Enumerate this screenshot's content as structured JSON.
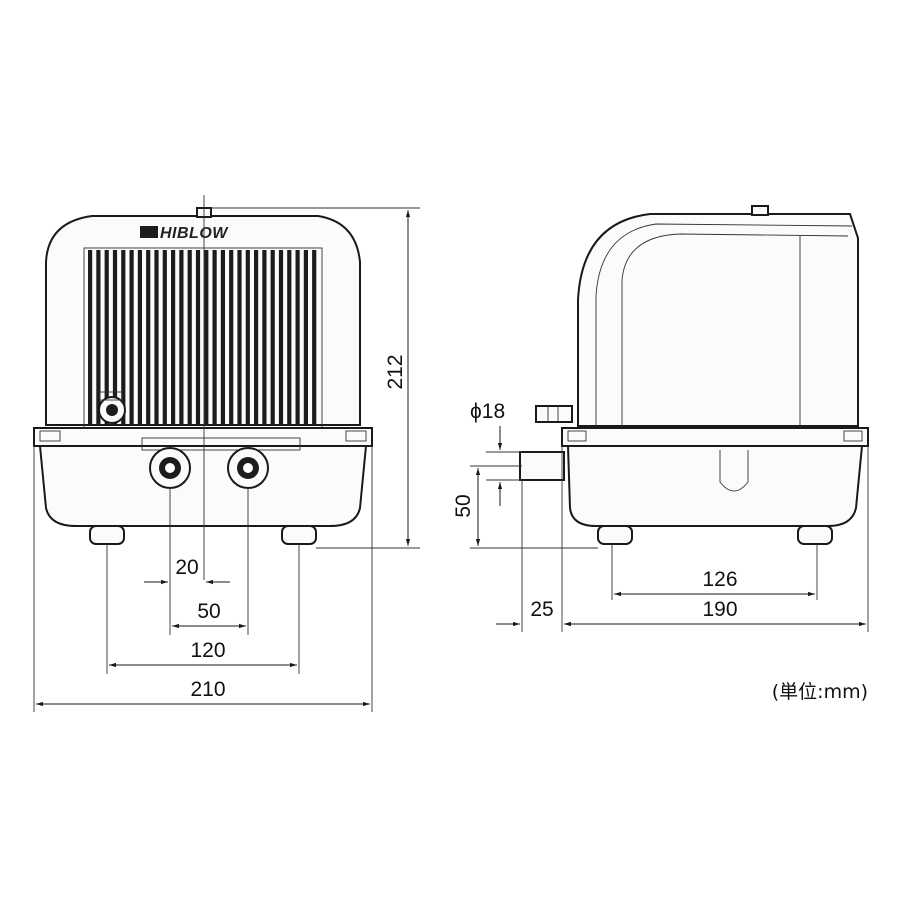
{
  "brand": {
    "logo_text": "HIBLOW"
  },
  "unit_label": "(単位:mm)",
  "front_view": {
    "height_dim": "212",
    "port_spacing_dim": "20",
    "port_center_dim": "50",
    "feet_spacing_dim": "120",
    "base_width_dim": "210"
  },
  "side_view": {
    "port_diameter_dim": "ϕ18",
    "port_height_dim": "50",
    "port_offset_dim": "25",
    "feet_spacing_dim": "126",
    "base_depth_dim": "190"
  },
  "colors": {
    "line": "#1a1a1a",
    "fill_dark": "#1c1c1c",
    "background": "#ffffff"
  }
}
